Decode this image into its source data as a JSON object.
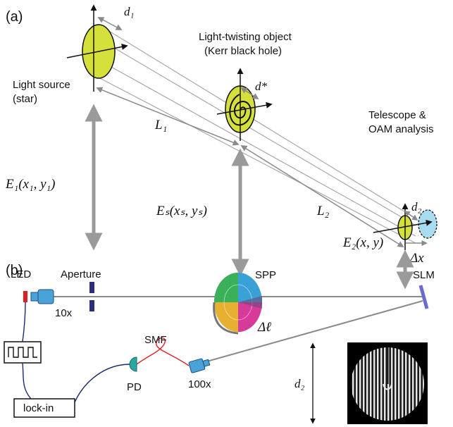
{
  "panel_a": {
    "label": "(a)",
    "source_label_line1": "Light source",
    "source_label_line2": "(star)",
    "object_label_line1": "Light-twisting object",
    "object_label_line2": "(Kerr black hole)",
    "telescope_label_line1": "Telescope &",
    "telescope_label_line2": "OAM analysis",
    "d1": "d₁",
    "d_star": "d*",
    "d2": "d₂",
    "L1": "L₁",
    "L2": "L₂",
    "delta_x": "Δx",
    "E1": "E₁(x₁, y₁)",
    "Es": "Eₛ(xₛ, yₛ)",
    "E2": "E₂(x, y)"
  },
  "panel_b": {
    "label": "(b)",
    "led": "LED",
    "aperture": "Aperture",
    "spp": "SPP",
    "slm": "SLM",
    "delta_ell": "Δℓ",
    "mag10": "10x",
    "smf": "SMF",
    "pd": "PD",
    "mag100": "100x",
    "lockin": "lock-in",
    "d2": "d₂"
  },
  "colors": {
    "lens_fill": "#d6e03a",
    "displaced_lens_fill": "#a8dcf0",
    "objective": "#4aa3d8",
    "aperture": "#2b2e7a",
    "fiber": "#e02020",
    "cable": "#1c2a6e",
    "slm": "#6a6acf",
    "pd": "#2aa8a0",
    "beam": "#8a8a8a"
  }
}
